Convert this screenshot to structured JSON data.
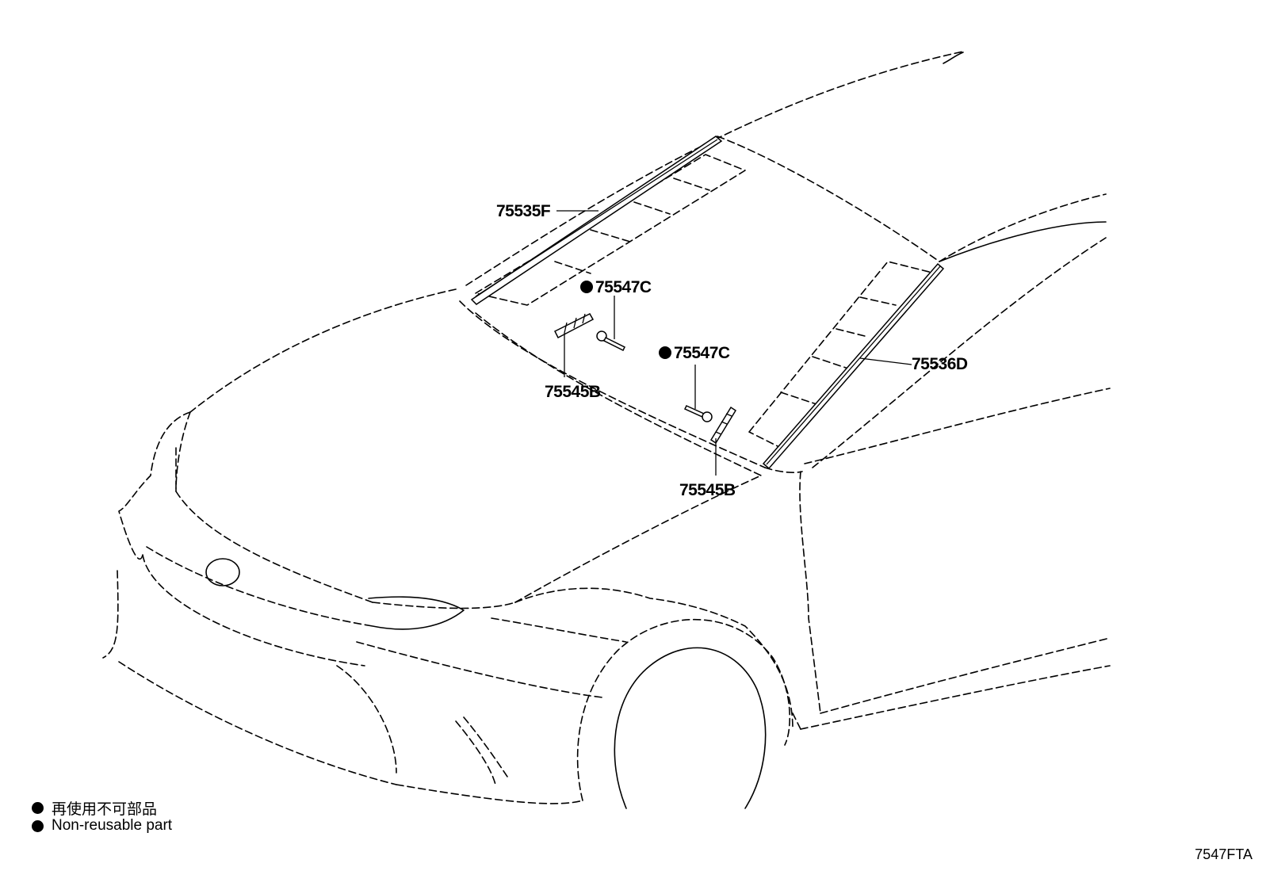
{
  "diagram": {
    "callouts": {
      "p75535F": "75535F",
      "p75547C_a": "75547C",
      "p75545B_a": "75545B",
      "p75547C_b": "75547C",
      "p75536D": "75536D",
      "p75545B_b": "75545B"
    },
    "legend": {
      "jp": "再使用不可部品",
      "en": "Non-reusable part"
    },
    "code": "7547FTA",
    "non_reusable_marker": "filled-circle-icon"
  }
}
